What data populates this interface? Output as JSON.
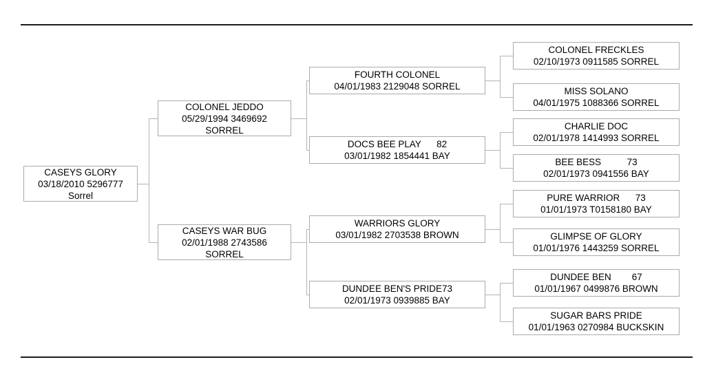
{
  "pedigree": {
    "subject": {
      "name": "CASEYS GLORY",
      "details": "03/18/2010 5296777",
      "color_line": "Sorrel"
    },
    "sire": {
      "name": "COLONEL JEDDO",
      "details": "05/29/1994 3469692",
      "color_line": "SORREL"
    },
    "dam": {
      "name": "CASEYS WAR BUG",
      "details": "02/01/1988 2743586",
      "color_line": "SORREL"
    },
    "sire_sire": {
      "name": "FOURTH COLONEL",
      "details": "04/01/1983 2129048 SORREL"
    },
    "sire_dam": {
      "name": "DOCS BEE PLAY      82",
      "details": "03/01/1982 1854441 BAY"
    },
    "dam_sire": {
      "name": "WARRIORS GLORY",
      "details": "03/01/1982 2703538 BROWN"
    },
    "dam_dam": {
      "name": "DUNDEE BEN'S PRIDE73",
      "details": "02/01/1973 0939885 BAY"
    },
    "sire_sire_sire": {
      "name": "COLONEL FRECKLES",
      "details": "02/10/1973 0911585 SORREL"
    },
    "sire_sire_dam": {
      "name": "MISS SOLANO",
      "details": "04/01/1975 1088366 SORREL"
    },
    "sire_dam_sire": {
      "name": "CHARLIE DOC",
      "details": "02/01/1978 1414993 SORREL"
    },
    "sire_dam_dam": {
      "name": "BEE BESS          73",
      "details": "02/01/1973 0941556 BAY"
    },
    "dam_sire_sire": {
      "name": "PURE WARRIOR      73",
      "details": "01/01/1973 T0158180 BAY"
    },
    "dam_sire_dam": {
      "name": "GLIMPSE OF GLORY",
      "details": "01/01/1976 1443259 SORREL"
    },
    "dam_dam_sire": {
      "name": "DUNDEE BEN        67",
      "details": "01/01/1967 0499876 BROWN"
    },
    "dam_dam_dam": {
      "name": "SUGAR BARS PRIDE",
      "details": "01/01/1963 0270984 BUCKSKIN"
    }
  },
  "colors": {
    "rule": "#1a1a1a",
    "box_border": "#aaaaaa",
    "connector": "#b4b4b4",
    "text": "#000000",
    "background": "#ffffff"
  }
}
